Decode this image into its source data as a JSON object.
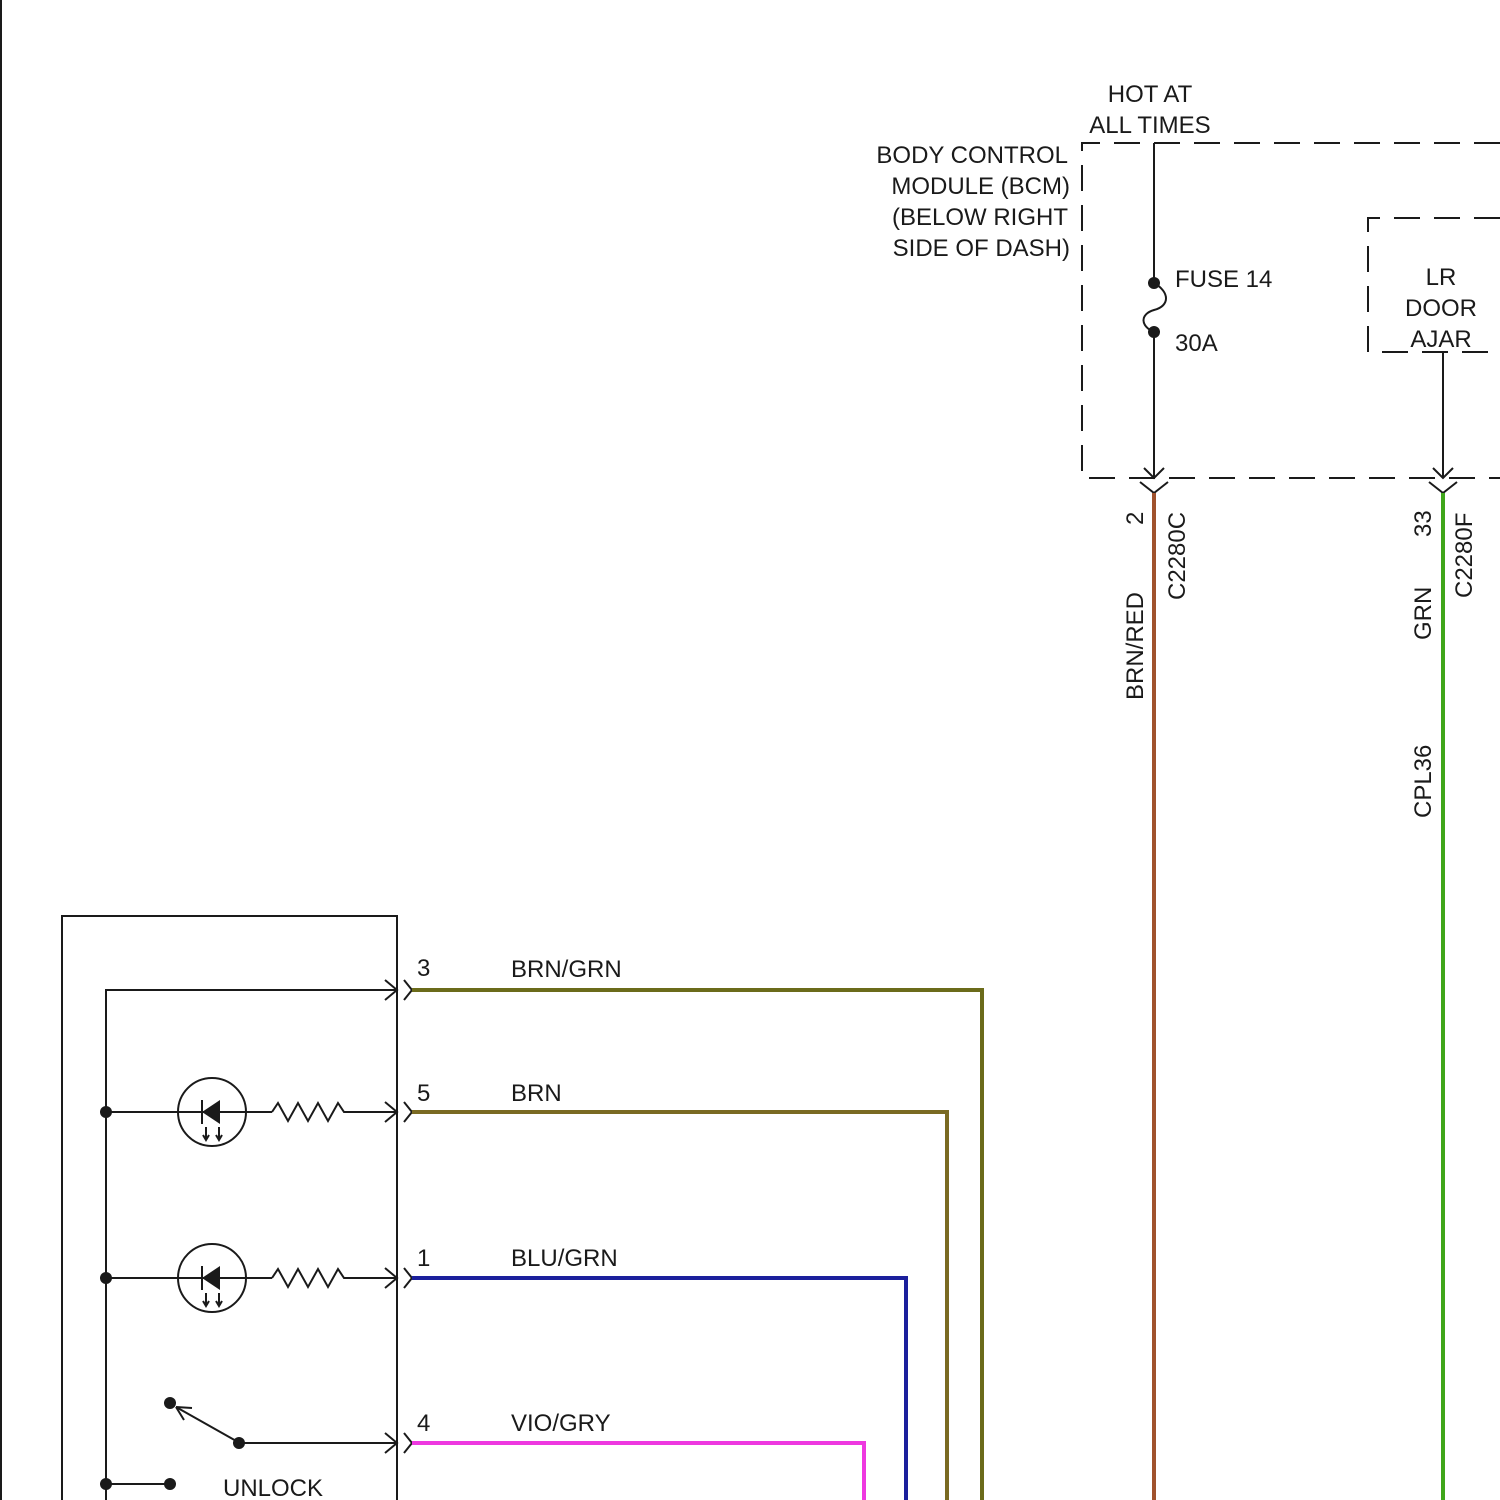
{
  "bcm": {
    "hot_label_1": "HOT AT",
    "hot_label_2": "ALL TIMES",
    "title_lines": [
      "BODY CONTROL",
      "MODULE (BCM)",
      "(BELOW RIGHT",
      "SIDE OF DASH)"
    ],
    "fuse_name": "FUSE 14",
    "fuse_rating": "30A",
    "lr_door_ajar_lines": [
      "LR",
      "DOOR",
      "AJAR"
    ]
  },
  "bcm_wires": [
    {
      "pin": "2",
      "connector": "C2280C",
      "color_name": "BRN/RED",
      "color": "#a0522d",
      "circuit": ""
    },
    {
      "pin": "33",
      "connector": "C2280F",
      "color_name": "GRN",
      "color": "#3fa61a",
      "circuit": "CPL36"
    }
  ],
  "switch_wires": [
    {
      "pin": "3",
      "color_name": "BRN/GRN",
      "color": "#6b6b1a"
    },
    {
      "pin": "5",
      "color_name": "BRN",
      "color": "#7a6a22"
    },
    {
      "pin": "1",
      "color_name": "BLU/GRN",
      "color": "#1b1f9c"
    },
    {
      "pin": "4",
      "color_name": "VIO/GRY",
      "color": "#ee38e0"
    }
  ],
  "switch": {
    "unlock_label": "UNLOCK"
  },
  "colors": {
    "line": "#1a1a1a",
    "background": "#ffffff"
  }
}
